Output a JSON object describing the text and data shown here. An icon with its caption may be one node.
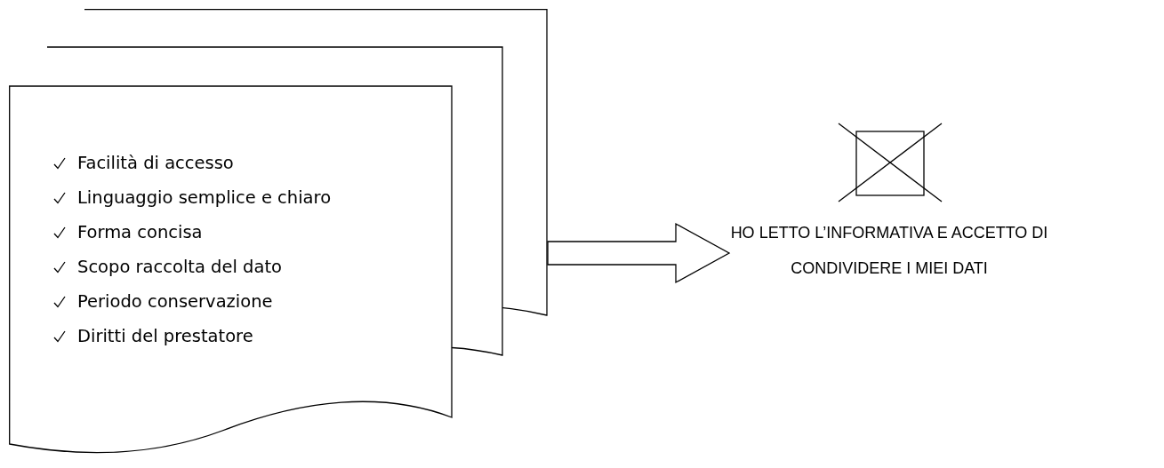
{
  "diagram": {
    "nodes": [
      {
        "text": [
          "Facilità di accesso",
          "Linguaggio semplice e chiaro",
          "Forma concisa",
          "Scopo raccolta del dato",
          "Periodo conservazione",
          "Diritti del prestatore"
        ]
      },
      {
        "text": [
          "HO LETTO L’INFORMATIVA E ACCETTO DI CONDIVIDERE I MIEI DATI"
        ]
      }
    ],
    "edges": [
      {
        "from": 0,
        "to": 1,
        "arrow": "to"
      }
    ]
  }
}
